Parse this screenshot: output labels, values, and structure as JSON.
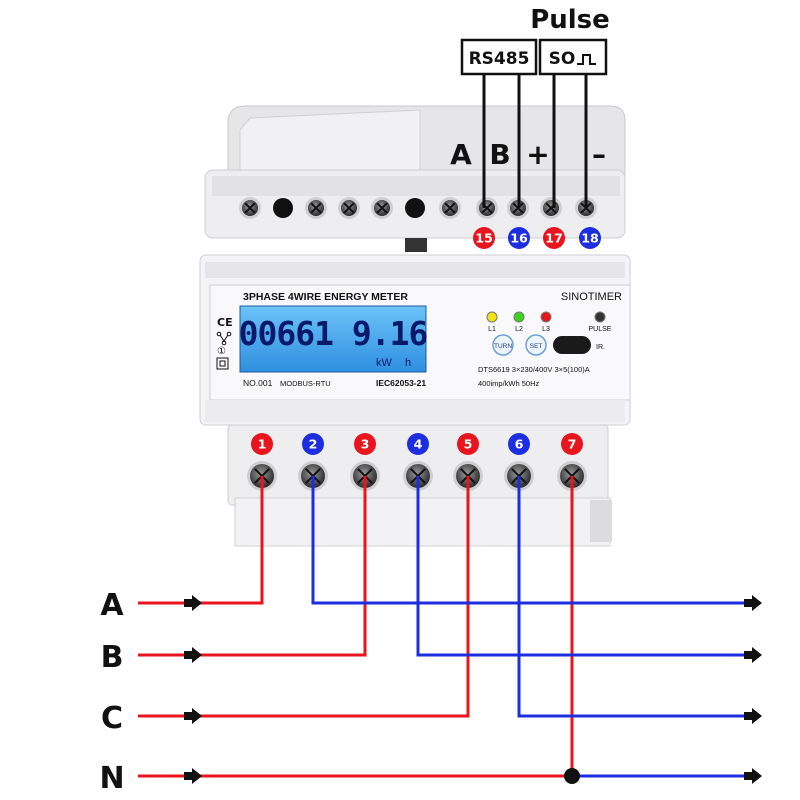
{
  "header": {
    "pulse_label": "Pulse",
    "rs485_label": "RS485",
    "so_label": "SO",
    "comm_letters": [
      "A",
      "B",
      "+",
      "–"
    ]
  },
  "top_terminals": [
    "15",
    "16",
    "17",
    "18"
  ],
  "meter": {
    "title": "3PHASE 4WIRE ENERGY METER",
    "brand": "SINOTIMER",
    "display_value": "00661 9.16",
    "display_unit_kw": "kW",
    "display_unit_h": "h",
    "serial": "NO.001",
    "protocol": "MODBUS-RTU",
    "standard": "IEC62053-21",
    "leds": [
      "L1",
      "L2",
      "L3"
    ],
    "pulse_led": "PULSE",
    "btn_turn": "TURN",
    "btn_set": "SET",
    "ir_label": "IR.",
    "model_line": "DTS6619   3×230/400V   3×5(100)A",
    "const_line": "400imp/kWh   50Hz",
    "marks": [
      "CE",
      "①"
    ]
  },
  "bottom_terminals": [
    "1",
    "2",
    "3",
    "4",
    "5",
    "6",
    "7"
  ],
  "wiring": {
    "input_labels": [
      "A",
      "B",
      "C",
      "N"
    ]
  },
  "colors": {
    "red": "#e8141e",
    "blue": "#1c2ee0",
    "lcd": "#3fa6f0",
    "lcd_text": "#0a1a6a"
  }
}
